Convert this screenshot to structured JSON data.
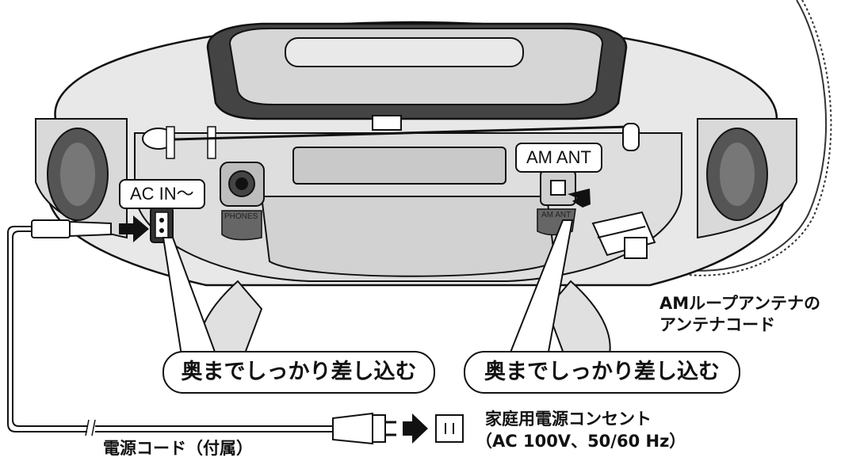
{
  "labels": {
    "ac_in": "AC IN～",
    "am_ant": "AM ANT",
    "phones_socket": "PHONES",
    "am_ant_socket": "AM ANT",
    "insert_left": "奥までしっかり差し込む",
    "insert_right": "奥までしっかり差し込む",
    "loop_antenna_line1": "AMループアンテナの",
    "loop_antenna_line2": "アンテナコード",
    "outlet_line1": "家庭用電源コンセント",
    "outlet_line2": "（AC 100V、50/60 Hz）",
    "power_cord": "電源コード（付属）"
  },
  "colors": {
    "line": "#111111",
    "body": "#e6e6e6",
    "dark": "#555555"
  }
}
